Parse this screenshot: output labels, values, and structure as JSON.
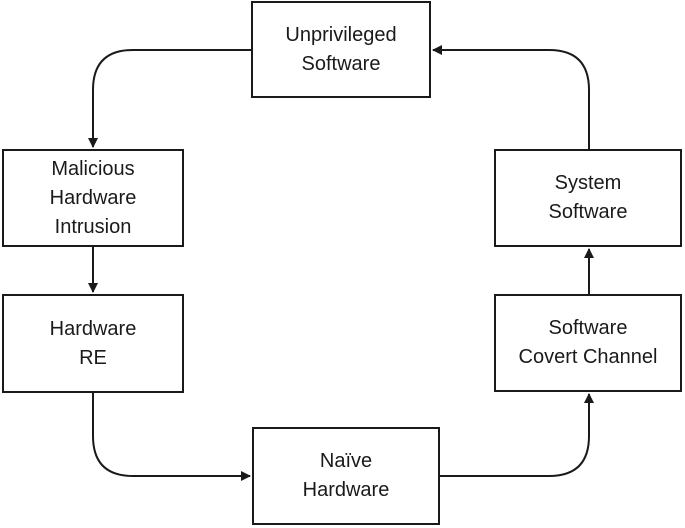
{
  "nodes": {
    "unprivileged_software": {
      "line1": "Unprivileged",
      "line2": "Software"
    },
    "malicious_hardware_intrusion": {
      "line1": "Malicious",
      "line2": "Hardware",
      "line3": "Intrusion"
    },
    "hardware_re": {
      "line1": "Hardware",
      "line2": "RE"
    },
    "naive_hardware": {
      "line1": "Naïve",
      "line2": "Hardware"
    },
    "software_covert_channel": {
      "line1": "Software",
      "line2": "Covert Channel"
    },
    "system_software": {
      "line1": "System",
      "line2": "Software"
    }
  },
  "edges": [
    {
      "from": "Unprivileged Software",
      "to": "Malicious Hardware Intrusion"
    },
    {
      "from": "Malicious Hardware Intrusion",
      "to": "Hardware RE"
    },
    {
      "from": "Hardware RE",
      "to": "Naïve Hardware"
    },
    {
      "from": "Naïve Hardware",
      "to": "Software Covert Channel"
    },
    {
      "from": "Software Covert Channel",
      "to": "System Software"
    },
    {
      "from": "System Software",
      "to": "Unprivileged Software"
    }
  ],
  "colors": {
    "stroke": "#1a1a1a",
    "background": "#ffffff"
  }
}
